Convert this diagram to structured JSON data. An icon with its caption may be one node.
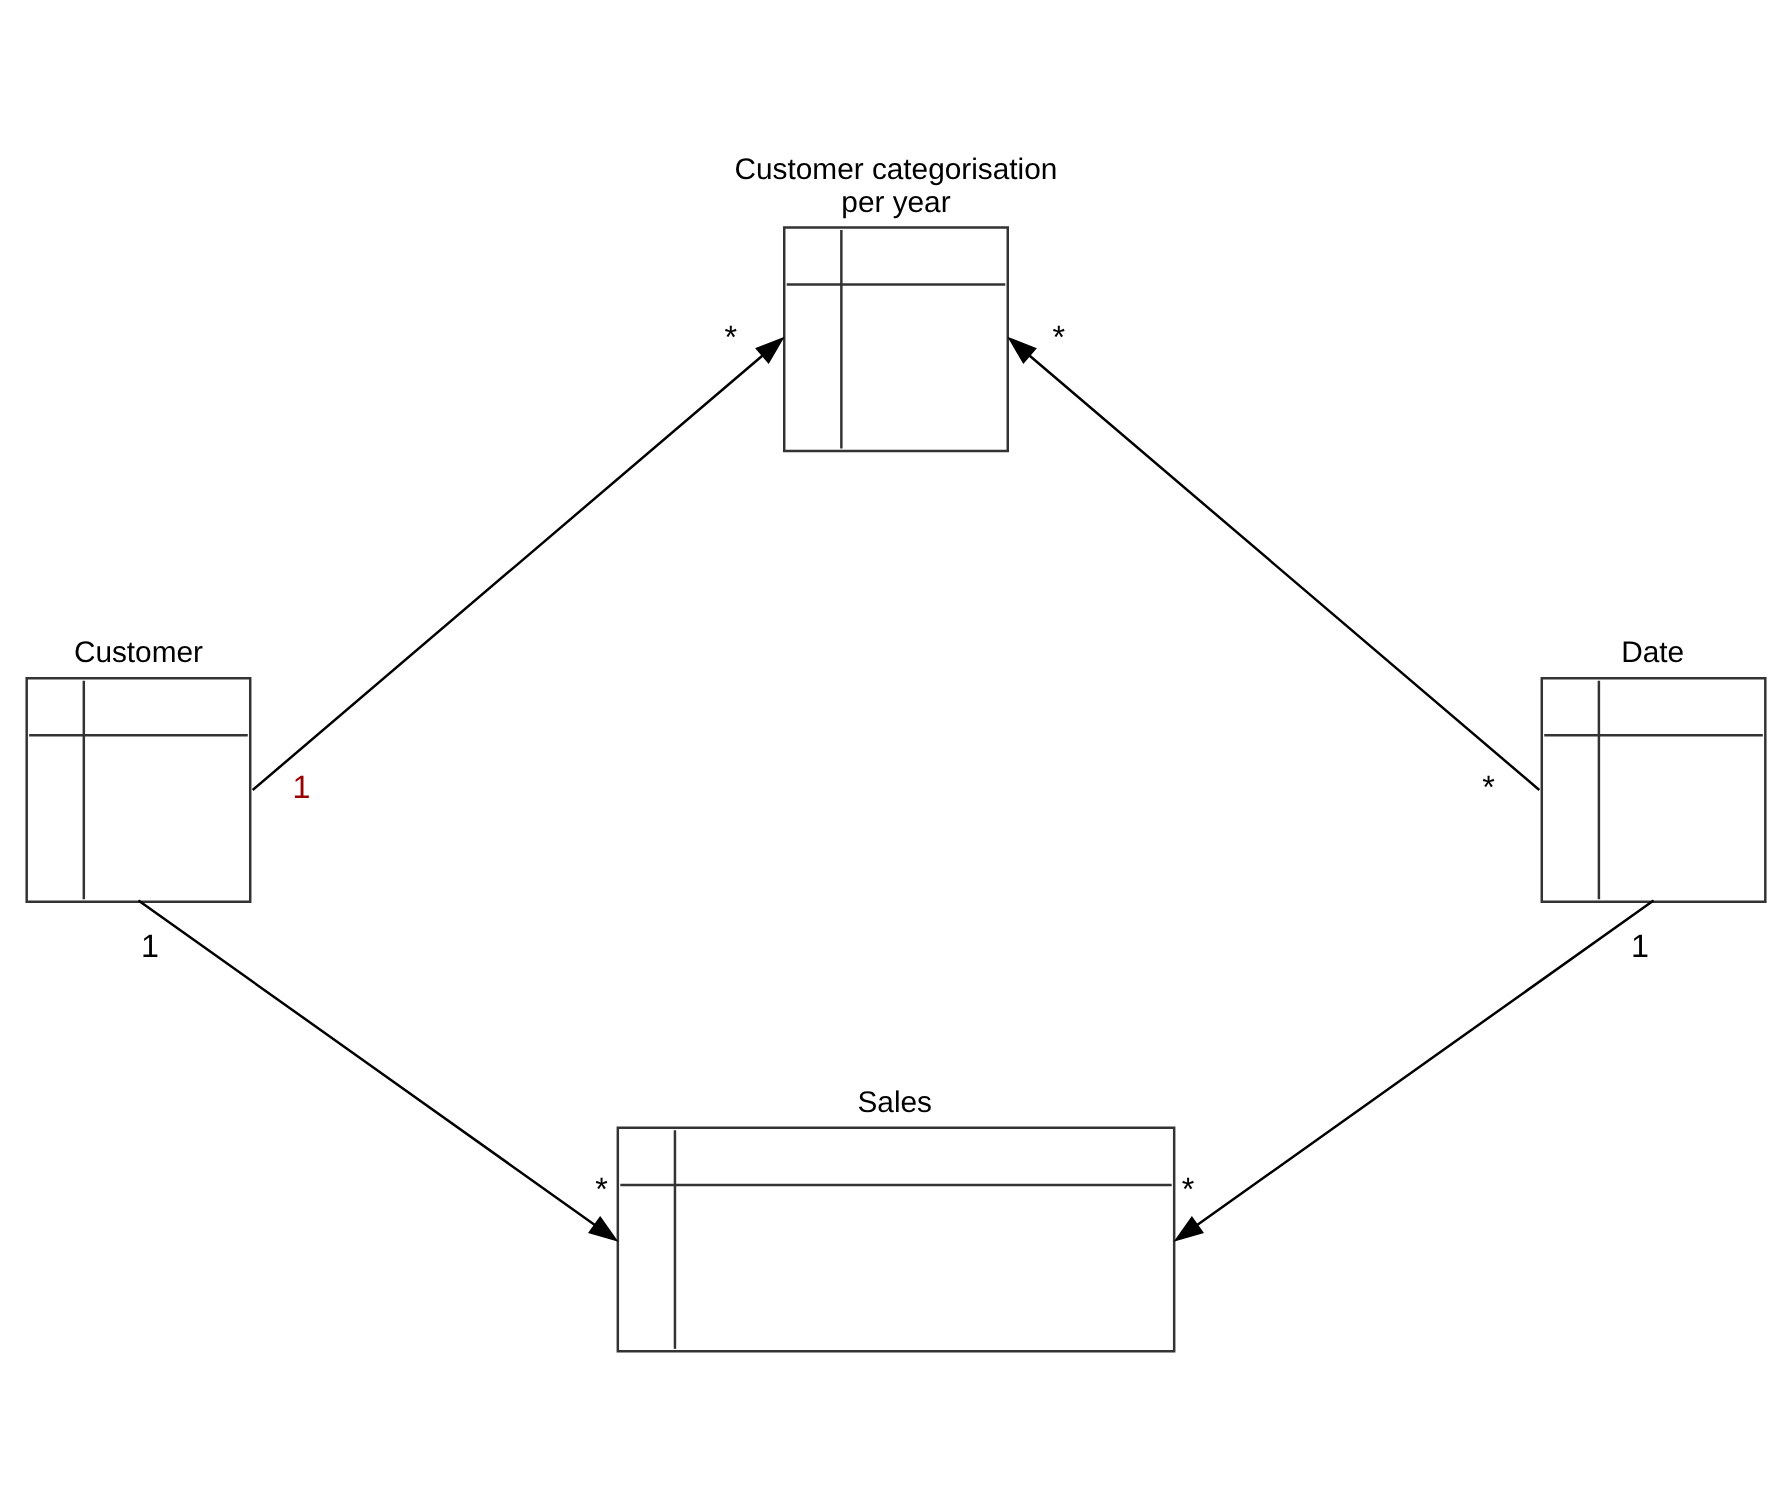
{
  "diagram": {
    "nodes": [
      {
        "text": [
          "Customer categorisation per year"
        ],
        "beside": [
          "*",
          "*"
        ]
      },
      {
        "text": [
          "Customer"
        ],
        "beside": [
          "1",
          "1"
        ]
      },
      {
        "text": [
          "Date"
        ],
        "beside": [
          "*",
          "1"
        ]
      },
      {
        "text": [
          "Sales"
        ],
        "beside": [
          "*",
          "*"
        ]
      }
    ],
    "edges": [
      {
        "from": 1,
        "to": 0,
        "arrow": "to"
      },
      {
        "from": 2,
        "to": 0,
        "arrow": "to"
      },
      {
        "from": 1,
        "to": 3,
        "arrow": "to"
      },
      {
        "from": 2,
        "to": 3,
        "arrow": "to"
      }
    ]
  }
}
